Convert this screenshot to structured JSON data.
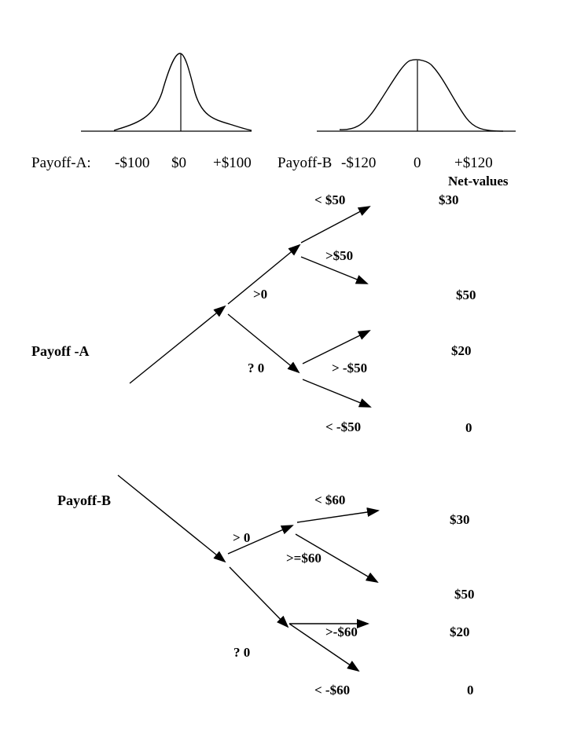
{
  "curves": {
    "payoff_a": {
      "label": "Payoff-A:",
      "ticks": [
        "-$100",
        "$0",
        "+$100"
      ]
    },
    "payoff_b": {
      "label": "Payoff-B",
      "ticks": [
        "-$120",
        "0",
        "+$120"
      ]
    }
  },
  "net_values_header": "Net-values",
  "tree_a": {
    "label": "Payoff -A",
    "upper_branch": ">0",
    "lower_branch": "? 0",
    "outcomes": [
      {
        "condition": "< $50",
        "net": "$30"
      },
      {
        "condition": ">$50",
        "net": "$50"
      },
      {
        "condition": "> -$50",
        "net": "$20"
      },
      {
        "condition": "< -$50",
        "net": "0"
      }
    ]
  },
  "tree_b": {
    "label": "Payoff-B",
    "upper_branch": "> 0",
    "lower_branch": "? 0",
    "outcomes": [
      {
        "condition": "< $60",
        "net": "$30"
      },
      {
        "condition": ">=$60",
        "net": "$50"
      },
      {
        "condition": ">-$60",
        "net": "$20"
      },
      {
        "condition": "< -$60",
        "net": "0"
      }
    ]
  },
  "colors": {
    "ink": "#000000",
    "background": "#ffffff"
  }
}
